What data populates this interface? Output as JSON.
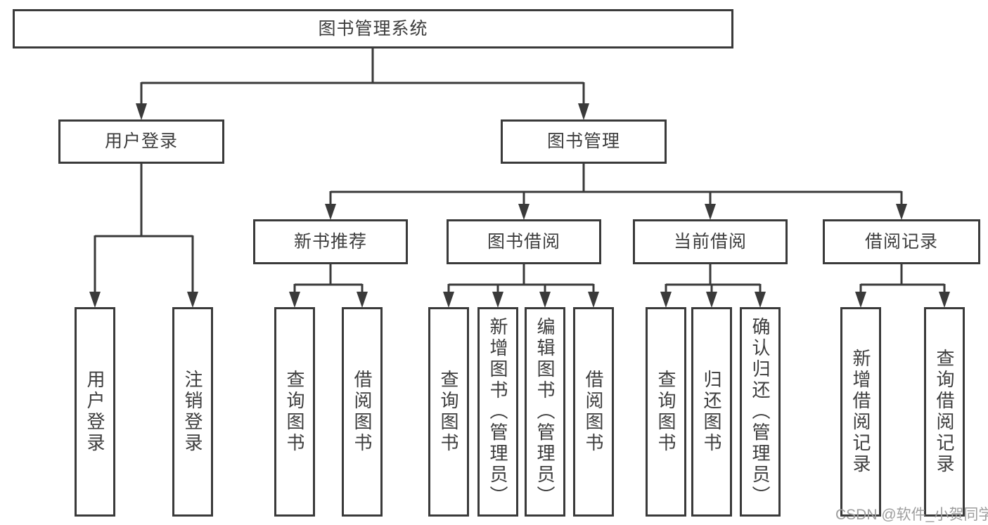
{
  "title": "图书管理系统",
  "watermark": "CSDN @软件_小贺同学",
  "colors": {
    "line": "#3a3a3a",
    "text": "#3d3d3d",
    "background": "#ffffff",
    "watermark": "#9e9e9e"
  },
  "tree": {
    "label": "图书管理系统",
    "children": [
      {
        "label": "用户登录",
        "children": [
          {
            "label": "用户登录"
          },
          {
            "label": "注销登录"
          }
        ]
      },
      {
        "label": "图书管理",
        "children": [
          {
            "label": "新书推荐",
            "children": [
              {
                "label": "查询图书"
              },
              {
                "label": "借阅图书"
              }
            ]
          },
          {
            "label": "图书借阅",
            "children": [
              {
                "label": "查询图书"
              },
              {
                "label": "新增图书（管理员）"
              },
              {
                "label": "编辑图书（管理员）"
              },
              {
                "label": "借阅图书"
              }
            ]
          },
          {
            "label": "当前借阅",
            "children": [
              {
                "label": "查询图书"
              },
              {
                "label": "归还图书"
              },
              {
                "label": "确认归还（管理员）"
              }
            ]
          },
          {
            "label": "借阅记录",
            "children": [
              {
                "label": "新增借阅记录"
              },
              {
                "label": "查询借阅记录"
              }
            ]
          }
        ]
      }
    ]
  }
}
